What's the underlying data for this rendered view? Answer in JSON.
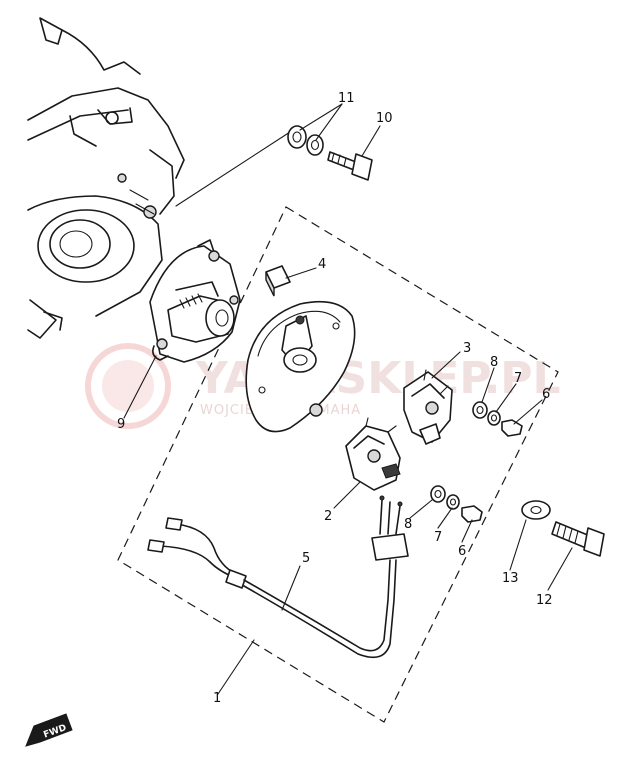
{
  "diagram": {
    "callouts": [
      {
        "id": "c1",
        "label": "1"
      },
      {
        "id": "c2",
        "label": "2"
      },
      {
        "id": "c3",
        "label": "3"
      },
      {
        "id": "c4",
        "label": "4"
      },
      {
        "id": "c5",
        "label": "5"
      },
      {
        "id": "c6a",
        "label": "6"
      },
      {
        "id": "c6b",
        "label": "6"
      },
      {
        "id": "c7a",
        "label": "7"
      },
      {
        "id": "c7b",
        "label": "7"
      },
      {
        "id": "c8a",
        "label": "8"
      },
      {
        "id": "c8b",
        "label": "8"
      },
      {
        "id": "c9",
        "label": "9"
      },
      {
        "id": "c10",
        "label": "10"
      },
      {
        "id": "c11",
        "label": "11"
      },
      {
        "id": "c12",
        "label": "12"
      },
      {
        "id": "c13",
        "label": "13"
      }
    ],
    "forward_label": "FWD",
    "watermark": {
      "brand": "YAMASKLEP.PL",
      "subtitle": "WOJCIECH ... YAMAHA"
    }
  }
}
